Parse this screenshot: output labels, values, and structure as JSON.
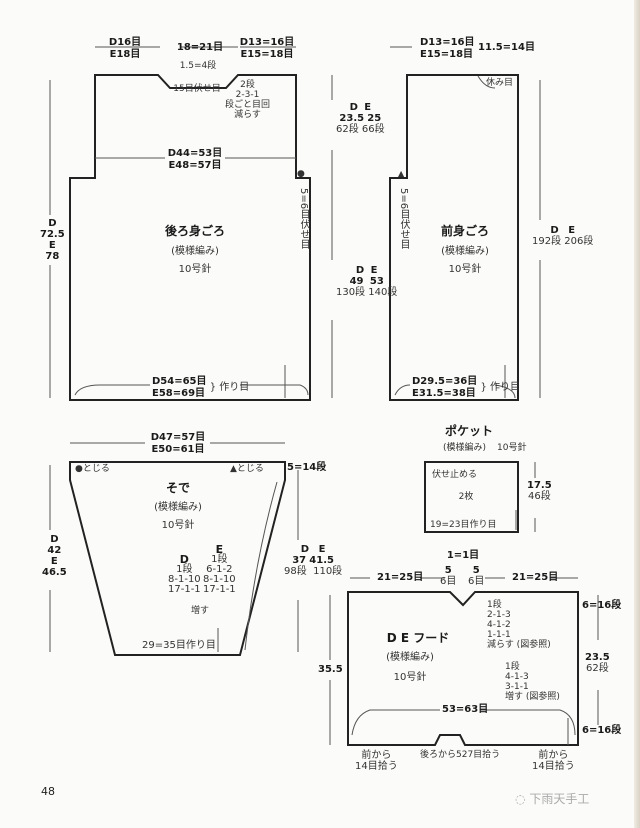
{
  "page": {
    "number": "48",
    "watermark": "下雨天手工"
  },
  "back_body": {
    "title": "後ろ身ごろ",
    "pattern": "(模様編み)",
    "needle": "10号針",
    "top_left_width": {
      "d": "D16目",
      "e": "E18目"
    },
    "neck_width": "18=21目",
    "top_right_width": {
      "d": "D13=16目",
      "e": "E15=18目"
    },
    "neck_depth": "1.5=4段",
    "neck_bindoff": "15目伏せ目",
    "neck_decrease": [
      "2段",
      "2-3-1",
      "段ごと目回",
      "減らす"
    ],
    "chest_width": {
      "d": "D44=53目",
      "e": "E48=57目"
    },
    "armhole_height": {
      "d_label": "D",
      "e_label": "E",
      "d_cm": "23.5",
      "e_cm": "25",
      "d_rows": "62段",
      "e_rows": "66段"
    },
    "armhole_bindoff": "5=6目伏せ目",
    "total_height": {
      "d_label": "D",
      "d": "72.5",
      "e_label": "E",
      "e": "78"
    },
    "body_height": {
      "d_label": "D",
      "e_label": "E",
      "d_cm": "49",
      "e_cm": "53",
      "d_rows": "130段",
      "e_rows": "140段"
    },
    "cast_on": {
      "d": "D54=65目",
      "e": "E58=69目",
      "label": "作り目"
    }
  },
  "front_body": {
    "title": "前身ごろ",
    "pattern": "(模様編み)",
    "needle": "10号針",
    "shoulder_width": {
      "d": "D13=16目",
      "e": "E15=18目"
    },
    "rest_width": "11.5=14目",
    "rest_label": "休み目",
    "armhole_bindoff": "5=6目伏せ目",
    "height": {
      "d_label": "D",
      "e_label": "E",
      "d_rows": "192段",
      "e_rows": "206段"
    },
    "cast_on": {
      "d": "D29.5=36目",
      "e": "E31.5=38目",
      "label": "作り目"
    }
  },
  "sleeve": {
    "title": "そで",
    "pattern": "(模様編み)",
    "needle": "10号針",
    "top_width": {
      "d": "D47=57目",
      "e": "E50=61目"
    },
    "left_mark": "●とじる",
    "right_mark": "▲とじる",
    "top_rows": "5=14段",
    "total_height": {
      "d_label": "D",
      "d": "42",
      "e_label": "E",
      "e": "46.5"
    },
    "side_height": {
      "d_label": "D",
      "e_label": "E",
      "d_cm": "37",
      "e_cm": "41.5",
      "d_rows": "98段",
      "e_rows": "110段"
    },
    "increase_d": {
      "label": "D",
      "rows": [
        "1段",
        "8-1-10",
        "17-1-1"
      ]
    },
    "increase_e": {
      "label": "E",
      "rows": [
        "1段",
        "6-1-2",
        "8-1-10",
        "17-1-1"
      ]
    },
    "increase_label": "増す",
    "cast_on": "29=35目作り目"
  },
  "pocket": {
    "title": "ポケット",
    "pattern": "(模様編み)",
    "needle": "10号針",
    "bindoff": "伏せ止める",
    "count": "2枚",
    "height": {
      "cm": "17.5",
      "rows": "46段"
    },
    "cast_on": "19=23目作り目"
  },
  "hood": {
    "title": "D E フード",
    "pattern": "(模様編み)",
    "needle": "10号針",
    "center_top": "1=1目",
    "side_left": {
      "cm": "5",
      "sts": "6目"
    },
    "side_right": {
      "cm": "5",
      "sts": "6目"
    },
    "top_left_width": "21=25目",
    "top_right_width": "21=25目",
    "decrease": [
      "1段",
      "2-1-3",
      "4-1-2",
      "1-1-1",
      "減らす (図参照)"
    ],
    "increase": [
      "1段",
      "4-1-3",
      "3-1-1",
      "増す (図参照)"
    ],
    "bottom_width": "53=63目",
    "height_cm": "35.5",
    "right_top_rows": "6=16段",
    "right_mid": {
      "cm": "23.5",
      "rows": "62段"
    },
    "right_bottom_rows": "6=16段",
    "pickup_left": [
      "前から",
      "14目拾う"
    ],
    "pickup_back": "後ろから527目拾う",
    "pickup_right": [
      "前から",
      "14目拾う"
    ]
  }
}
